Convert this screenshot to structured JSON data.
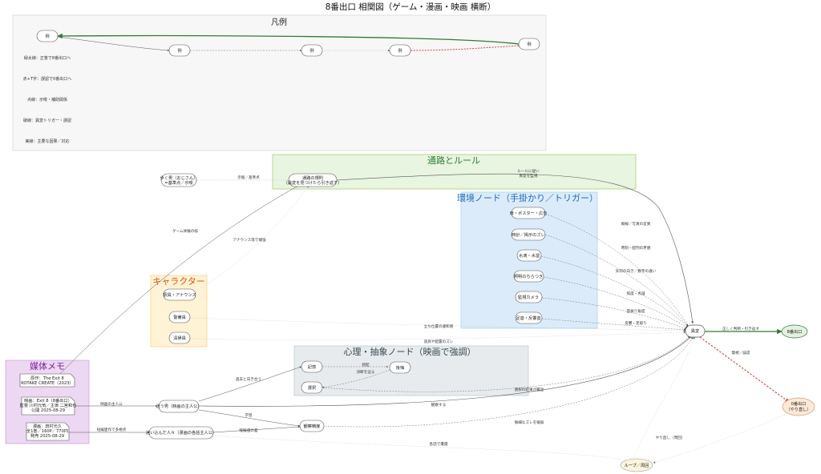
{
  "title": "8番出口 相関図（ゲーム・漫画・映画 横断）",
  "legend": {
    "title": "凡例",
    "sample_label": "例",
    "lines": [
      "緑太線：正答で8番出口へ",
      "赤+T字：誤認で0番出口へ",
      "点線：示唆・補助関係",
      "破線：異変トリガー・誤認",
      "実線：主要な因果／対応"
    ]
  },
  "clusters": {
    "passage": "通路とルール",
    "environment": "環境ノード（手掛かり／トリガー）",
    "characters": "キャラクター",
    "psychology": "心理・抽象ノード（映画で強調）",
    "media": "媒体メモ"
  },
  "nodes": {
    "old_man": [
      "歩く男（おじさん）",
      "=基準点／示唆"
    ],
    "passage_rule": [
      "通路の規則",
      "（異変を見つけたら引き返す）"
    ],
    "poster": [
      "扉・ポスター・広告"
    ],
    "clock": [
      "時計／掲示のズレ"
    ],
    "drip": [
      "水滴・水溜"
    ],
    "light": [
      "照明のちらつき"
    ],
    "camera": [
      "監視カメラ"
    ],
    "sound": [
      "足音・反響音"
    ],
    "station_staff": [
      "駅員・アナウンス"
    ],
    "guard": [
      "警備員"
    ],
    "cleaner": [
      "清掃員"
    ],
    "memory": [
      "記憶"
    ],
    "regret": [
      "後悔"
    ],
    "choice": [
      "選択"
    ],
    "observation": [
      "観察精度"
    ],
    "lost_man": [
      "迷う男（映画の主人公）"
    ],
    "wanderer": [
      "迷い込んだ人々（漫画の各話主人公）"
    ],
    "anomaly": [
      "異変"
    ],
    "exit8": [
      "8番出口"
    ],
    "exit0": [
      "0番出口",
      "（やり直し）"
    ],
    "loop": [
      "ループ／周回"
    ],
    "original": [
      "原作：The Exit 8",
      "KOTAKE CREATE（2023）"
    ],
    "film": [
      "映画：Exit 8（8番出口）",
      "監督 川村元気／主演 二宮和也",
      "公開 2025-08-29"
    ],
    "manga": [
      "漫画：田村光久",
      "全1巻／160P／770円",
      "発売 2025-08-29"
    ]
  },
  "edges": {
    "old_man_rule": "示唆／基準点",
    "rule_anomaly": [
      "ルールに従い",
      "異変を監視"
    ],
    "original_rule": "ゲーム体験の核",
    "staff_rule": "アナウンス等で補強",
    "poster_anomaly": "掲線／写真の変異",
    "clock_anomaly": "時刻・配列の矛盾",
    "drip_anomaly": "矢印の向き／数字の違い",
    "light_anomaly": "照度・点滅",
    "camera_anomaly": "首振り角度",
    "sound_anomaly": "反響・足取り",
    "guard_anomaly": "立ち位置の違和感",
    "cleaner_anomaly": "道具や配置のズレ",
    "choice_anomaly": "選択の結果が露呈",
    "lost_memory": "過去と向き合う",
    "memory_regret": "想起",
    "regret_choice": "決断を迫る",
    "lost_anomaly": "観察する",
    "lost_observation": "学習",
    "wanderer_observation": "経験値の差",
    "observation_anomaly": "微細なズレを検知",
    "wanderer_loop": "各話で遭遇",
    "film_lost": "映画の主人公",
    "manga_wanderer": "短編連作で多視点",
    "anomaly_exit8": "正しく判断・引き返す",
    "anomaly_exit0": "無視／誤認",
    "exit0_loop": "やり直し（周回）"
  },
  "colors": {
    "green": "#2e7d32",
    "red": "#d32f2f",
    "passage_bg": "#e8f5e1",
    "env_bg": "#dcebfa",
    "char_bg": "#fff3d6",
    "psych_bg": "#e8ebee",
    "media_bg": "#ecd8f2"
  }
}
